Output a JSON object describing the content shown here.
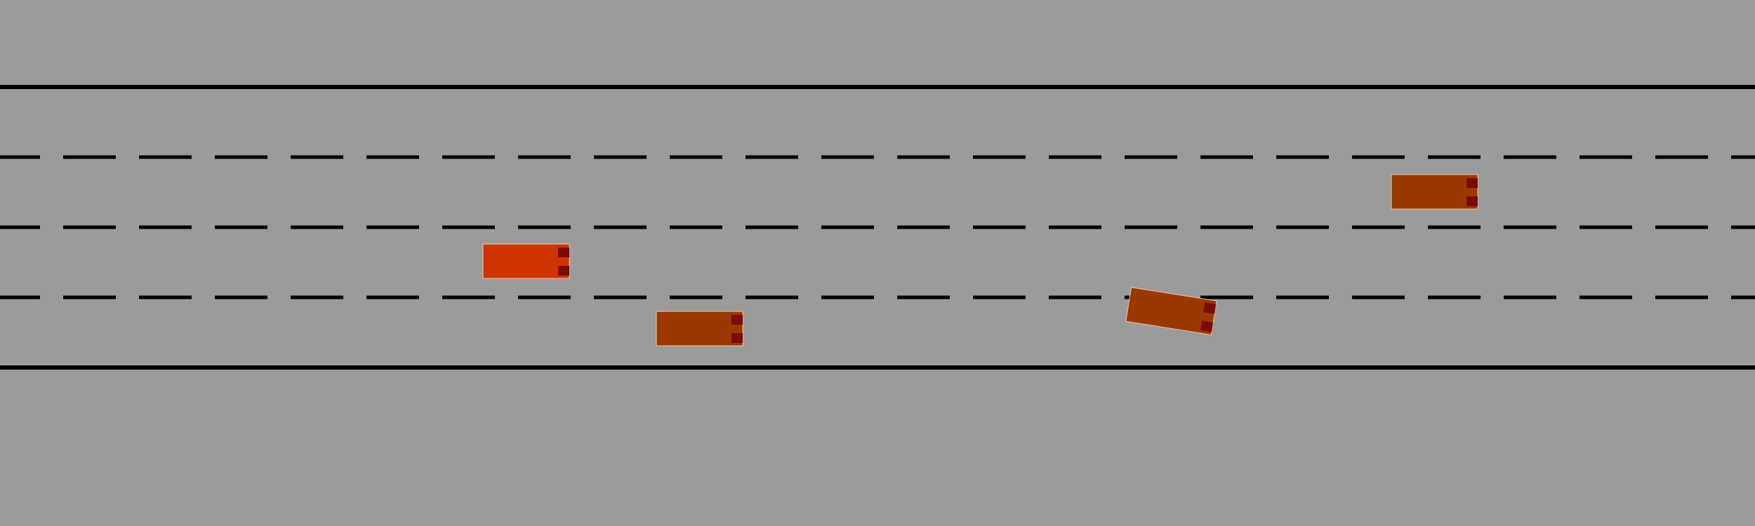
{
  "scene": {
    "type": "highway-driving-simulation",
    "colors": {
      "road": "#9b9b9b",
      "lane_marking": "#000000",
      "ego_vehicle": "#cf3300",
      "other_vehicle": "#9a3800",
      "vehicle_lights": "#7a0c0c",
      "vehicle_outline": "#f0c8a0"
    },
    "lane_count": 4,
    "vehicles": [
      {
        "id": "ego",
        "role": "ego-vehicle",
        "lane": 3,
        "heading_deg": 0
      },
      {
        "id": "car-1",
        "role": "other-vehicle",
        "lane": 4,
        "heading_deg": 0
      },
      {
        "id": "car-2",
        "role": "other-vehicle",
        "lane": 3,
        "heading_deg": 9
      },
      {
        "id": "car-3",
        "role": "other-vehicle",
        "lane": 2,
        "heading_deg": 0
      }
    ]
  }
}
